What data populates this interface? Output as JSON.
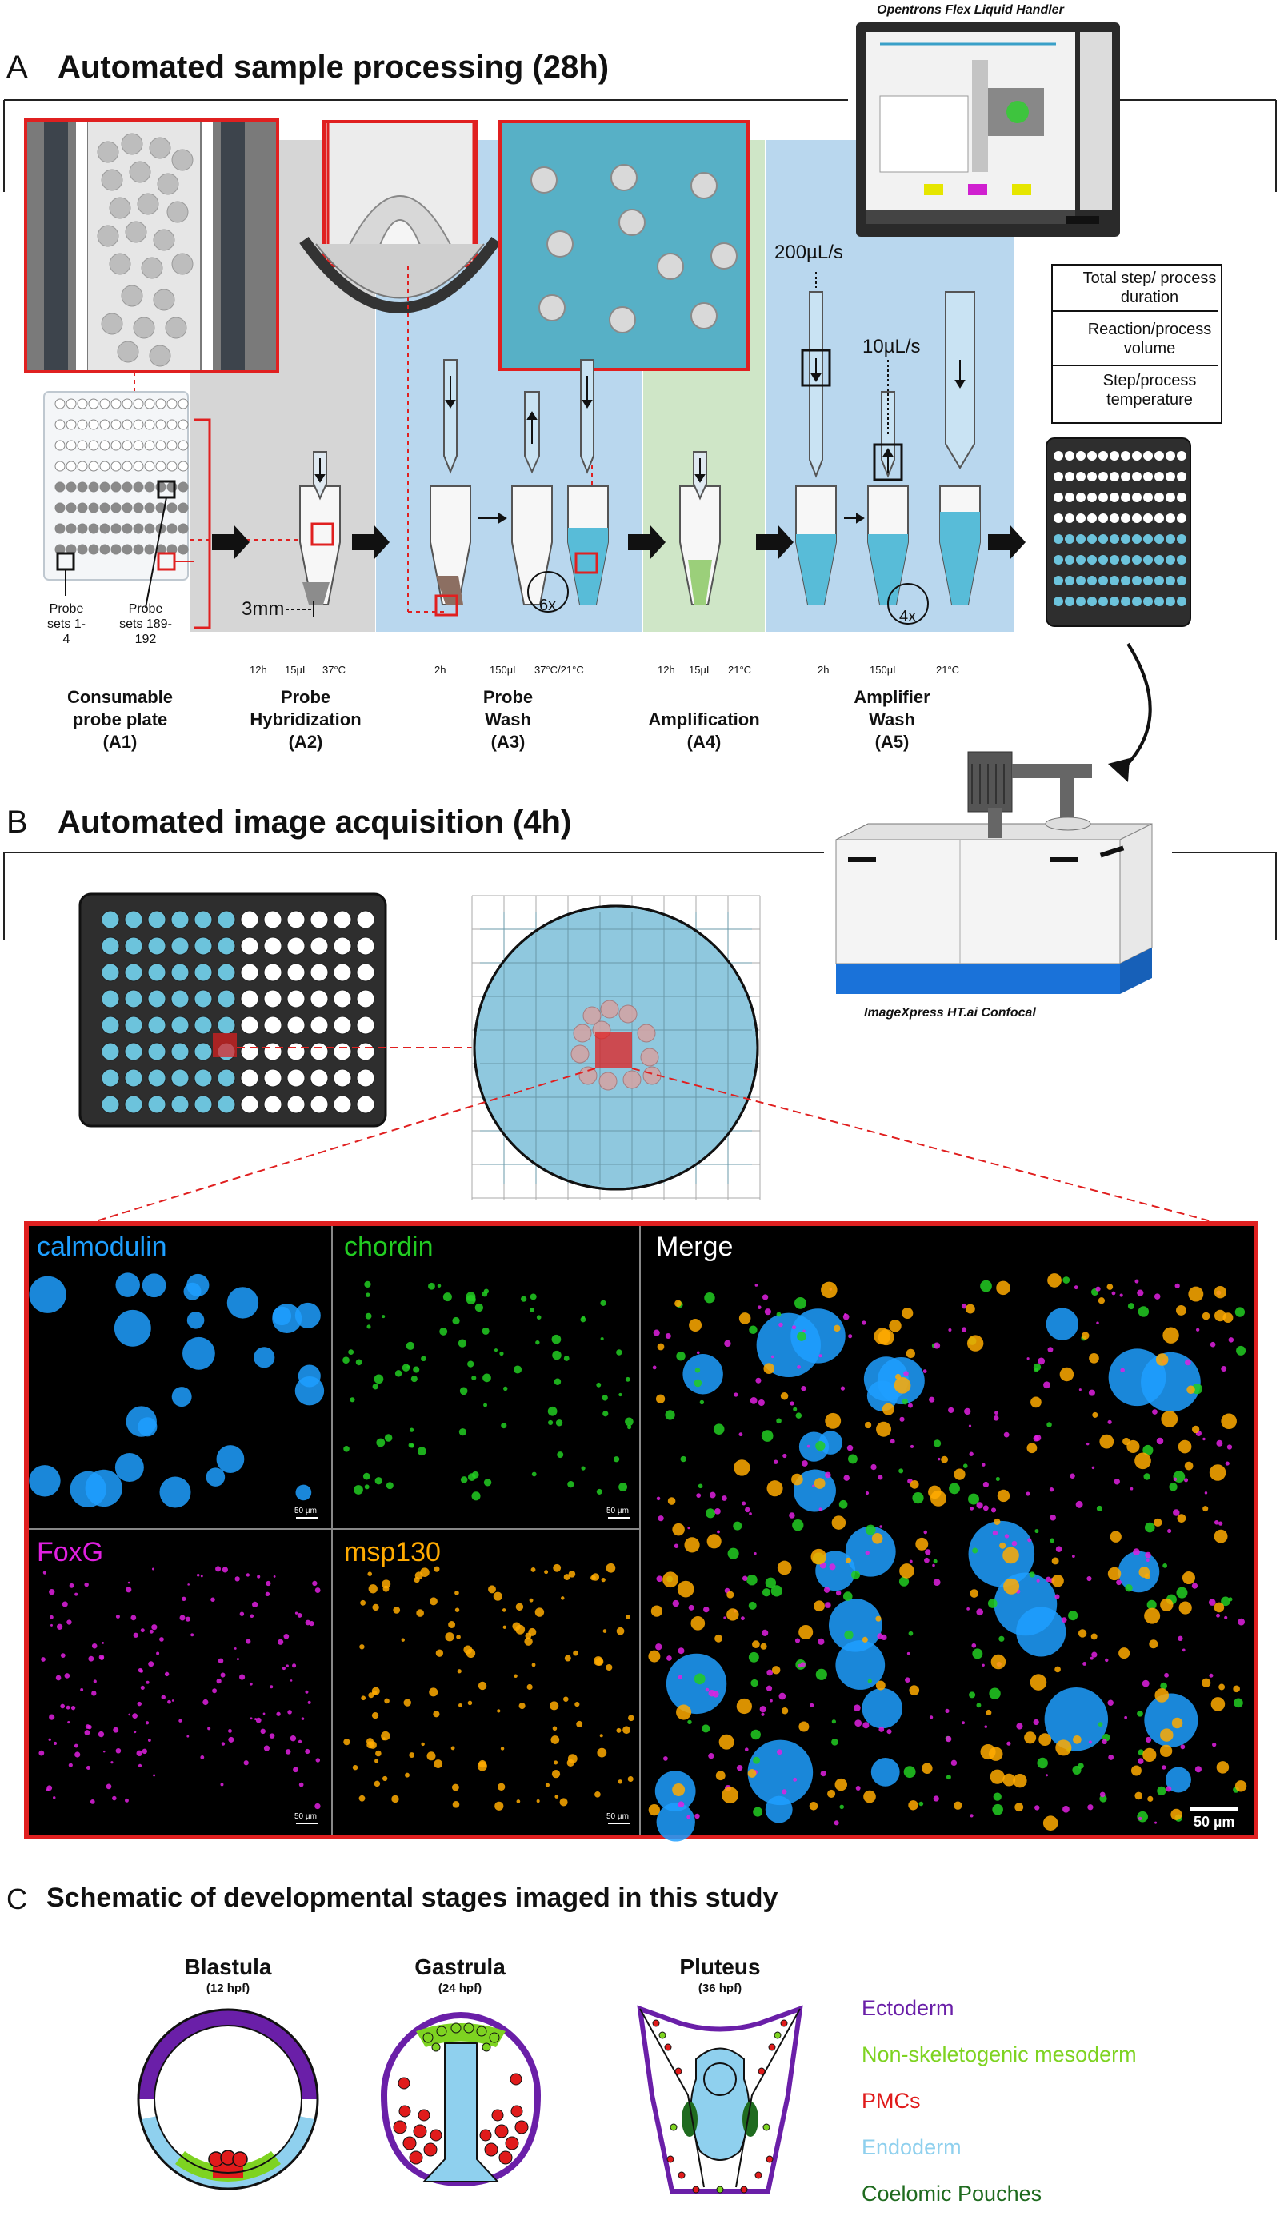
{
  "section_a": {
    "letter": "A",
    "title": "Automated sample processing (28h)",
    "device_label": "Opentrons Flex Liquid Handler",
    "steps": [
      {
        "title": "Consumable probe plate",
        "code": "(A1)"
      },
      {
        "title": "Probe Hybridization",
        "code": "(A2)"
      },
      {
        "title": "Probe Wash",
        "code": "(A3)"
      },
      {
        "title": "Amplification",
        "code": "(A4)"
      },
      {
        "title": "Amplifier Wash",
        "code": "(A5)"
      }
    ],
    "probe_labels": {
      "left": "Probe sets 1-4",
      "right": "Probe sets 189-192"
    },
    "measure": "3mm",
    "wash_repeats": {
      "probe": "6x",
      "amplifier": "4x"
    },
    "flow_rates": {
      "fast": "200µL/s",
      "slow": "10µL/s"
    },
    "params": {
      "a2": {
        "time": "12h",
        "volume": "15µL",
        "temp": "37°C"
      },
      "a3": {
        "time": "2h",
        "volume": "150µL",
        "temp": "37°C/21°C"
      },
      "a4": {
        "time": "12h",
        "volume": "15µL",
        "temp": "21°C"
      },
      "a5": {
        "time": "2h",
        "volume": "150µL",
        "temp": "21°C"
      }
    },
    "legend": [
      {
        "icon": "clock-icon",
        "text": "Total step/ process duration"
      },
      {
        "icon": "droplet-icon",
        "text": "Reaction/process volume"
      },
      {
        "icon": "thermometer-icon",
        "text": "Step/process temperature"
      }
    ]
  },
  "section_b": {
    "letter": "B",
    "title": "Automated image acquisition (4h)",
    "device_label": "ImageXpress HT.ai Confocal",
    "channels": [
      {
        "name": "calmodulin",
        "color": "#1e9fff"
      },
      {
        "name": "chordin",
        "color": "#22cc22"
      },
      {
        "name": "Merge",
        "color": "#ffffff"
      },
      {
        "name": "FoxG",
        "color": "#e020e0"
      },
      {
        "name": "msp130",
        "color": "#ffaa00"
      }
    ],
    "scale_small": "50 µm",
    "scale_large": "50 µm"
  },
  "section_c": {
    "letter": "C",
    "title": "Schematic of developmental stages imaged in this study",
    "stages": [
      {
        "name": "Blastula",
        "hpf": "(12 hpf)"
      },
      {
        "name": "Gastrula",
        "hpf": "(24 hpf)"
      },
      {
        "name": "Pluteus",
        "hpf": "(36 hpf)"
      }
    ],
    "tissues": [
      {
        "name": "Ectoderm",
        "color": "#6a1fa8"
      },
      {
        "name": "Non-skeletogenic mesoderm",
        "color": "#7ed321"
      },
      {
        "name": "PMCs",
        "color": "#e01b1b"
      },
      {
        "name": "Endoderm",
        "color": "#8fd0ee"
      },
      {
        "name": "Coelomic Pouches",
        "color": "#1f6b1f"
      }
    ]
  }
}
